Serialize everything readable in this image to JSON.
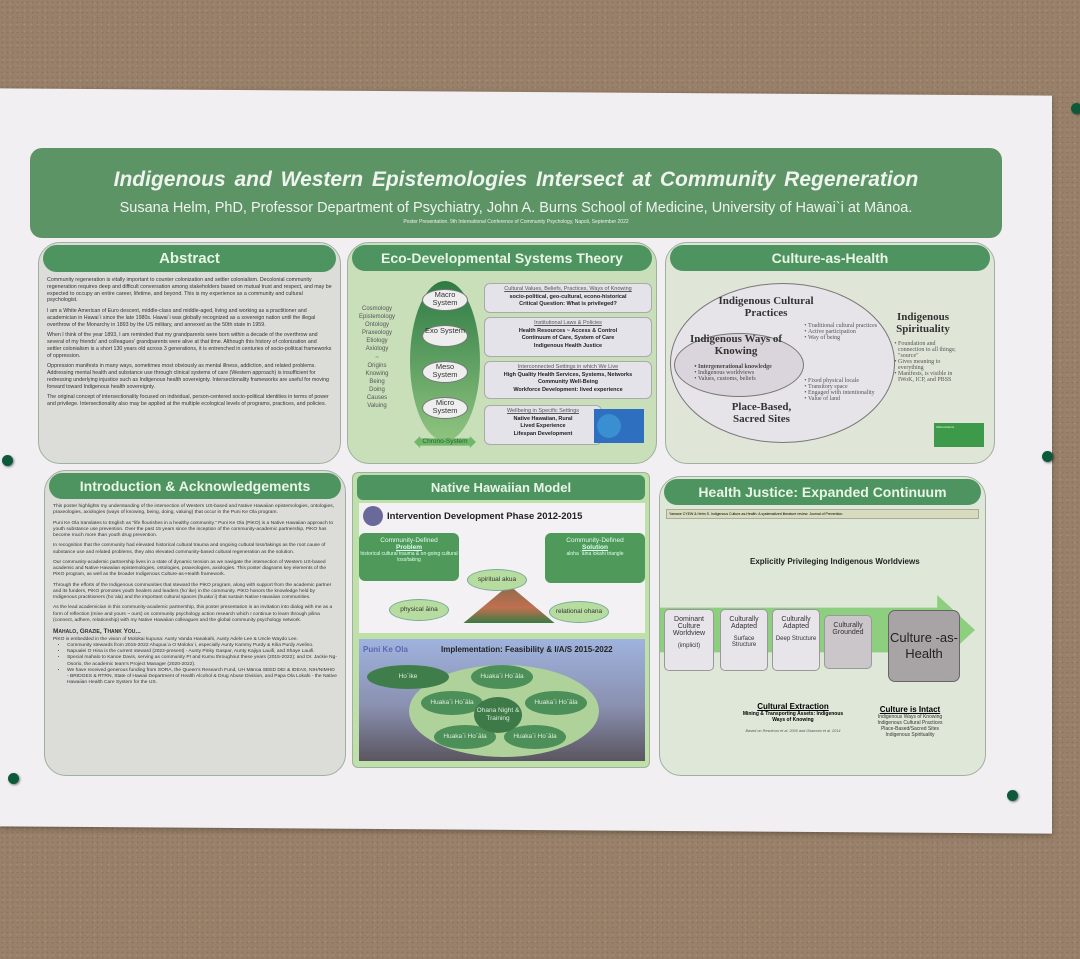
{
  "header": {
    "title": "Indigenous and Western   Epistemologies Intersect at   Community Regeneration",
    "author": "Susana Helm, PhD, Professor Department of Psychiatry, John A. Burns School of Medicine, University of Hawai`i at Mānoa.",
    "conference": "Poster Presentation. 9th International Conference of Community Psychology, Napoli, September 2022"
  },
  "abstract": {
    "title": "Abstract",
    "paragraphs": [
      "Community regeneration is vitally important to counter colonization and settler colonialism. Decolonial community regeneration requires deep and difficult conversation among stakeholders based on mutual trust and respect, and may be expected to occupy an entire career, lifetime, and beyond. This is my experience as a community and cultural psychologist.",
      "I am a White American of Euro descent, middle-class and middle-aged, living and working as a practitioner and academician in Hawai`i since the late 1980s. Hawai`i was globally recognized as a sovereign nation until the illegal overthrow of the Monarchy in 1893 by the US military, and annexed as the 50th state in 1959.",
      "When I think of the year 1893, I am reminded that my grandparents were born within a decade of the overthrow and several of my friends' and colleagues' grandparents were alive at that time. Although this history of colonization and settler colonialism is a short 130 years old across 3 generations, it is entrenched in centuries of socio-political frameworks of oppression.",
      "Oppression manifests in many ways, sometimes most obviously as mental illness, addiction, and related problems. Addressing mental health and substance use through clinical systems of care (Western approach) is insufficient for redressing underlying injustice such as Indigenous health sovereignty. Intersectionality frameworks are useful for moving forward toward Indigenous health sovereignty.",
      "The original concept of intersectionality focused on individual, person-centered socio-political identities in terms of power and privilege. Intersectionality also may be applied at the multiple ecological levels of programs, practices, and policies."
    ]
  },
  "eco": {
    "title": "Eco-Developmental Systems Theory",
    "left_terms": [
      "Cosmology",
      "Epistemology",
      "Ontology",
      "Praxeology",
      "Etiology",
      "Axiology",
      "~",
      "Origins",
      "Knowing",
      "Being",
      "Doing",
      "Causes",
      "Valuing"
    ],
    "systems": [
      "Macro System",
      "Exo System",
      "Meso System",
      "Micro System"
    ],
    "chrono": "Chrono-System",
    "boxes": [
      {
        "heading": "Cultural Values, Beliefs, Practices, Ways of Knowing",
        "lines": [
          "socio-political, geo-cultural, econo-historical",
          "Critical Question:  What is privileged?"
        ]
      },
      {
        "heading": "Institutional Laws & Policies",
        "lines": [
          "Health Resources ~ Access & Control",
          "Continuum of Care, System of Care",
          "Indigenous Health Justice"
        ]
      },
      {
        "heading": "Interconnected Settings in which We Live",
        "lines": [
          "High Quality Health Services, Systems, Networks",
          "Community Well-Being",
          "Workforce Development: lived experience"
        ]
      },
      {
        "heading": "Wellbeing in Specific Settings",
        "lines": [
          "Native Hawaiian, Rural",
          "Lived Experience",
          "Lifespan Development"
        ]
      }
    ]
  },
  "cah": {
    "title": "Culture-as-Health",
    "icp": "Indigenous Cultural Practices",
    "icp_items": [
      "Traditional cultural practices",
      "Active participation",
      "Way of being"
    ],
    "iwok": "Indigenous Ways of Knowing",
    "iwok_items": [
      "Intergenerational knowledge",
      "Indigenous worldviews",
      "Values, customs, beliefs"
    ],
    "pbss": "Place-Based, Sacred Sites",
    "pbss_items": [
      "Fixed physical locale",
      "Transitory space",
      "Engaged with intentionality",
      "Value of land"
    ],
    "is": "Indigenous Spirituality",
    "is_items": [
      "Foundation and connection to all things; \"source\"",
      "Gives meaning to everything",
      "Manifests, is visible in IWoK, ICP, and PBSS"
    ],
    "abbrev": "Abbreviations"
  },
  "intro": {
    "title": "Introduction & Acknowledgements",
    "paragraphs": [
      "This poster highlights my understanding of the intersection of Western US-based and Native Hawaiian epistemologies, ontologies, praxeologies, axiologies (ways of knowing, being, doing, valuing) that occur in the Puni Ke Ola program.",
      "Puni Ke Ola translates to English as \"life flourishes in a healthy community.\" Puni Ke Ola (PiKO) is a Native Hawaiian approach to youth substance use prevention. Over the past 15 years since the inception of the community-academic partnership, PiKO has become much more than youth drug prevention.",
      "In recognition that the community had elevated historical cultural trauma and ongoing cultural loss/takings as the root cause of substance use and related problems, they also elevated community-based cultural regeneration as the solution.",
      "Our community-academic partnership lives in a state of dynamic tension as we navigate the intersection of Western US-based academic and Native Hawaiian epistemologies, ontologies, praxeologies, axiologies. This poster diagrams key elements of the PiKO program, as well as the broader Indigenous Culture-as-Health framework.",
      "Through the efforts of the Indigenous communities that steward the PiKO program, along with support from the academic partner and its funders, PiKO promotes youth healers and leaders (ho`ike) in the community. PiKO honors the knowledge held by Indigenous practitioners (ho`ala) and the important cultural spaces (huaka`i) that sustain Native Hawaiian communities.",
      "As the lead academician in this community-academic partnership, this poster presentation is an invitation into dialog with me as a form of reflection (mine and yours ~ ours) on community psychology action research which I continue to learn through pilina (connect, adhere, relationship) with my Native Hawaiian colleagues and the global community psychology network."
    ],
    "thanks_title": "Mahalo, Grazie, Thank You...",
    "thanks_intro": "PiKO is embedded in the vision of Molokai kupuna: Aunty Vanda Hanakahi, Aunty Adele Lee & Uncle Waydo Lee.",
    "thanks_items": [
      "Community stewards from 2015-2022 Ahupua`a O Moloka`i, especially Aunty Kammy Purdy & Kilia Purdy Avelino.",
      "Napualei O Hina is the current steward (2022-present) - Aunty Pinky Gaspar, Aunty Kajiya Lauifi, and Shaye Lauifi.",
      "Special mahalo to Kanoe Davis, serving as community PI and Kumu throughout these years (2015-2022); and Dr. Jackie Ng-Osorio, the academic team's Project Manager (2020-2022).",
      "We have received generous funding from SORA, the Queen's Research Fund, UH Mānoa SEED DEI & IDEAS, NIH/NIMHD - BRIDGES & RTRN, State of Hawaii Department of Health Alcohol & Drug Abuse Division, and Papa Ola Lokahi - the Native Hawaiian Health Care System for the US."
    ]
  },
  "nhm": {
    "title": "Native Hawaiian Model",
    "phase1": "Intervention Development Phase 2012-2015",
    "problem": {
      "label": "Community-Defined",
      "key": "Problem",
      "desc": "historical cultural trauma & on-going cultural loss/taking"
    },
    "solution": {
      "label": "Community-Defined",
      "key": "Solution",
      "desc": "aloha `āina lokahi triangle"
    },
    "spiritual": "spiritual akua",
    "physical": "physical āina",
    "relational": "relational ohana",
    "phase2_brand": "Puni Ke Ola",
    "phase2": "Implementation: Feasibility & I/A/S 2015-2022",
    "hoike": "Ho`ike",
    "center": "Ohana Night & Training",
    "huakai": [
      "Huaka`i Ho`āla",
      "Huaka`i Ho`āla",
      "Huaka`i Ho`āla",
      "Huaka`i Ho`āla",
      "Huaka`i Ho`āla"
    ]
  },
  "hj": {
    "title": "Health Justice: Expanded Continuum",
    "citation": "Yamane CYEW & Helm S. Indigenous Culture-as-Health: A systematized literature review. Journal of Prevention.",
    "top_label": "Explicitly Privileging Indigenous Worldviews",
    "steps": [
      {
        "main": "Dominant Culture Worldview",
        "sub": "(implicit)"
      },
      {
        "main": "Culturally Adapted",
        "sub": "Surface Structure"
      },
      {
        "main": "Culturally Adapted",
        "sub": "Deep Structure"
      },
      {
        "main": "Culturally Grounded",
        "sub": ""
      }
    ],
    "final": "Culture -as- Health",
    "extraction_title": "Cultural Extraction",
    "extraction_desc": "Mining & Transporting Assets: Indigenous Ways of Knowing",
    "based_on": "Based on Resnicow et al. 2000 and Okamoto et al. 2014",
    "intact_title": "Culture is Intact",
    "intact_items": [
      "Indigenous Ways of Knowing",
      "Indigenous Cultural Practices",
      "Place-Based/Sacred Sites",
      "Indigenous Spirituality"
    ]
  }
}
